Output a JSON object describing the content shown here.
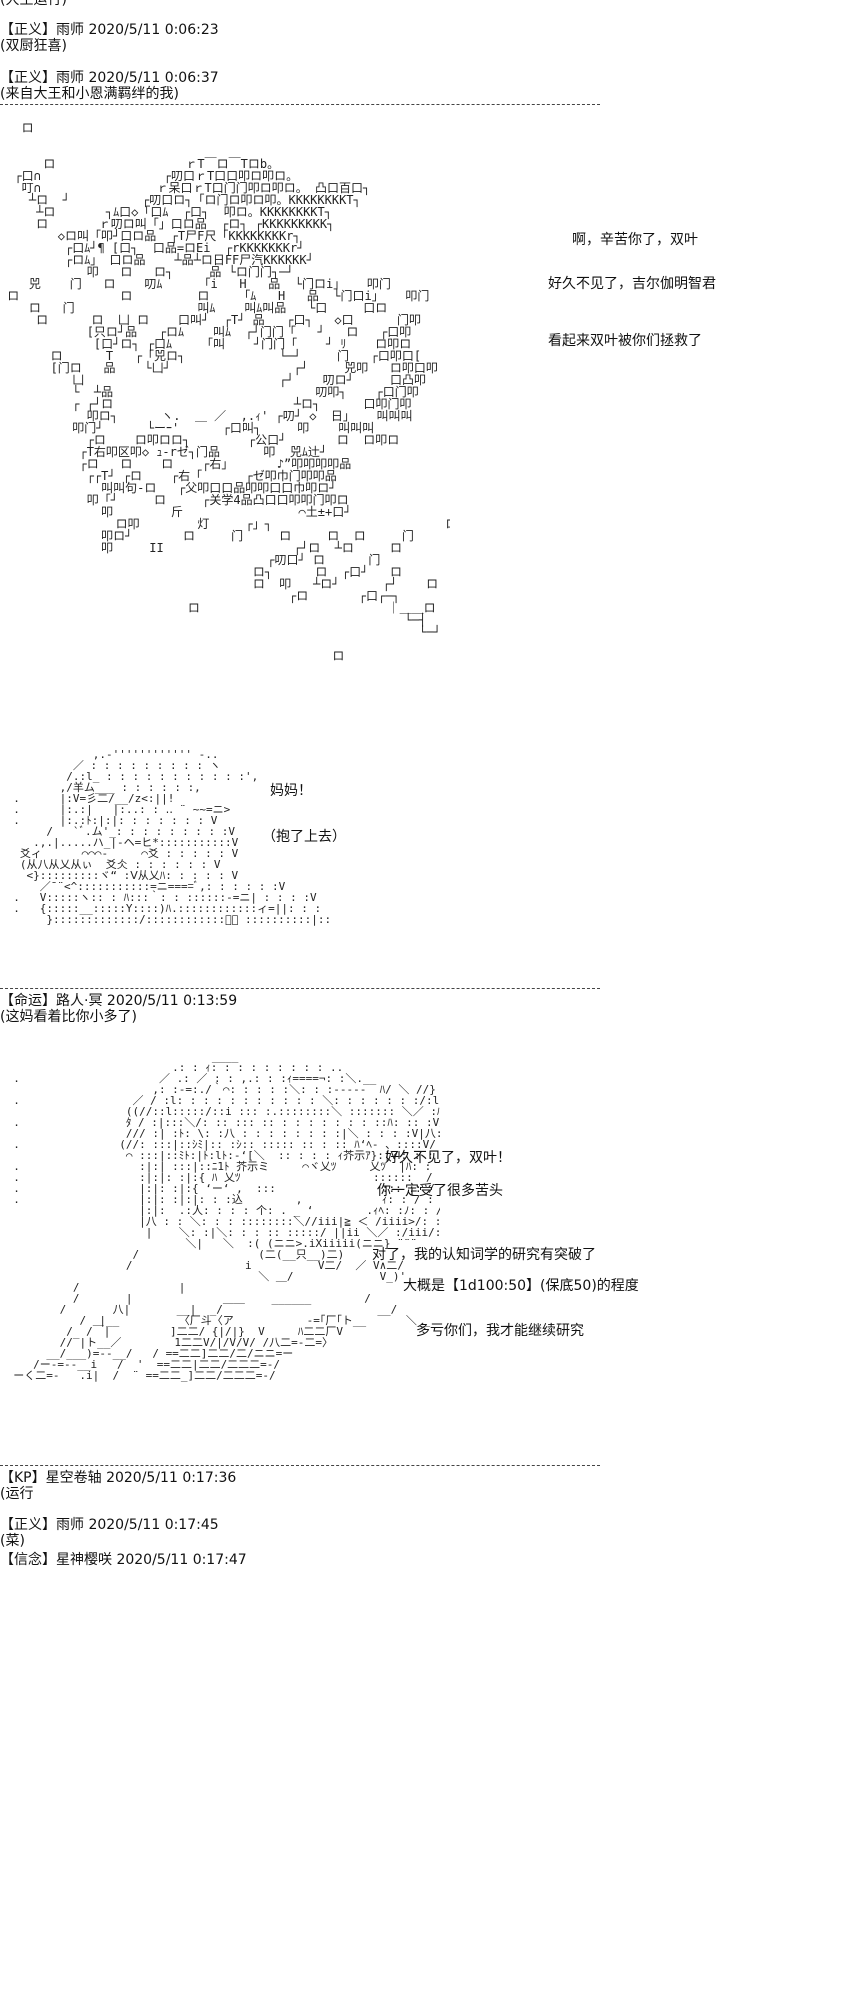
{
  "header": {
    "top_cut": "(大王运行)",
    "posts": [
      {
        "tag": "【正义】",
        "name": "雨师",
        "time": "2020/5/11 0:06:23",
        "body": "(双厨狂喜)"
      },
      {
        "tag": "【正义】",
        "name": "雨师",
        "time": "2020/5/11 0:06:37",
        "body": "(来自大王和小恩满羁绊的我)"
      }
    ]
  },
  "scene1": {
    "dialogue": [
      "啊，辛苦你了，双叶",
      "好久不见了，吉尔伽明智君",
      "看起来双叶被你们拯救了"
    ]
  },
  "scene2": {
    "dialogue": [
      "妈妈！",
      "（抱了上去）"
    ]
  },
  "post3": {
    "tag": "【命运】",
    "name": "路人·冥",
    "time": "2020/5/11 0:13:59",
    "body": "(这妈看着比你小多了)"
  },
  "scene3": {
    "dialogue": [
      "好久不见了，双叶！",
      "你一定受了很多苦头",
      "对了，我的认知词学的研究有突破了",
      "大概是【1d100:50】(保底50)的程度",
      "多亏你们，我才能继续研究"
    ]
  },
  "footer": {
    "posts": [
      {
        "tag": "【KP】",
        "name": "星空卷轴",
        "time": "2020/5/11 0:17:36",
        "body": "(运行"
      },
      {
        "tag": "【正义】",
        "name": "雨师",
        "time": "2020/5/11 0:17:45",
        "body": "(菜)"
      },
      {
        "tag": "【信念】",
        "name": "星神樱咲",
        "time": "2020/5/11 0:17:47",
        "body": ""
      }
    ]
  }
}
